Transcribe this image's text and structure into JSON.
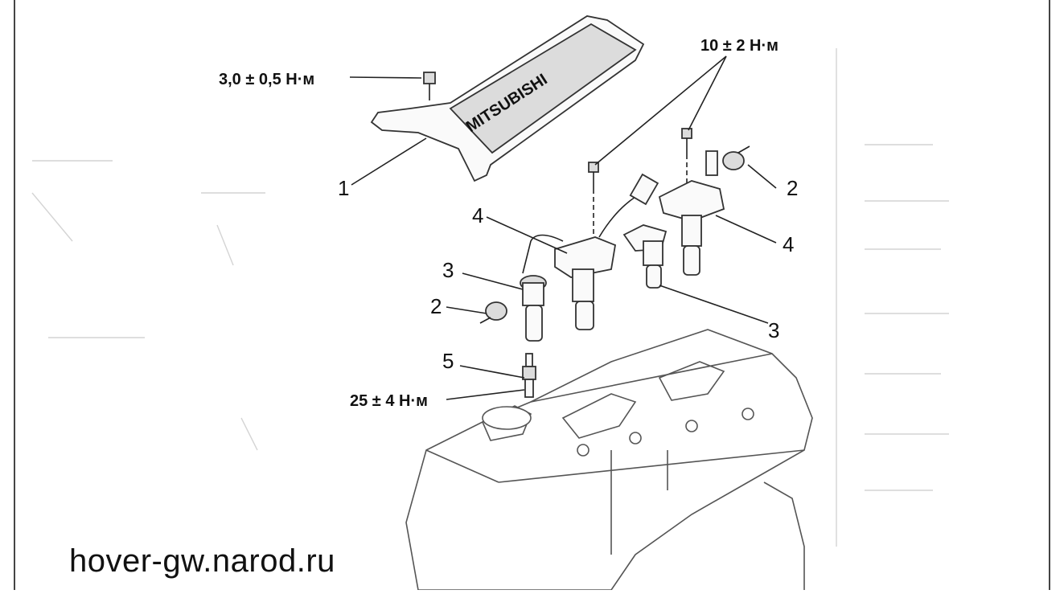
{
  "callouts": {
    "cover": "1",
    "plug_left": "2",
    "plug_right": "2",
    "coil_left": "4",
    "coil_right": "4",
    "boot_left": "3",
    "boot_right": "3",
    "spark_plug": "5"
  },
  "torques": {
    "cover_bolt": "3,0 ± 0,5 Н·м",
    "coil_bolts": "10 ± 2 Н·м",
    "spark_plug": "25 ± 4 Н·м"
  },
  "cover_text": "MITSUBISHI",
  "watermark": "hover-gw.narod.ru",
  "colors": {
    "line": "#222222",
    "background": "#ffffff"
  }
}
